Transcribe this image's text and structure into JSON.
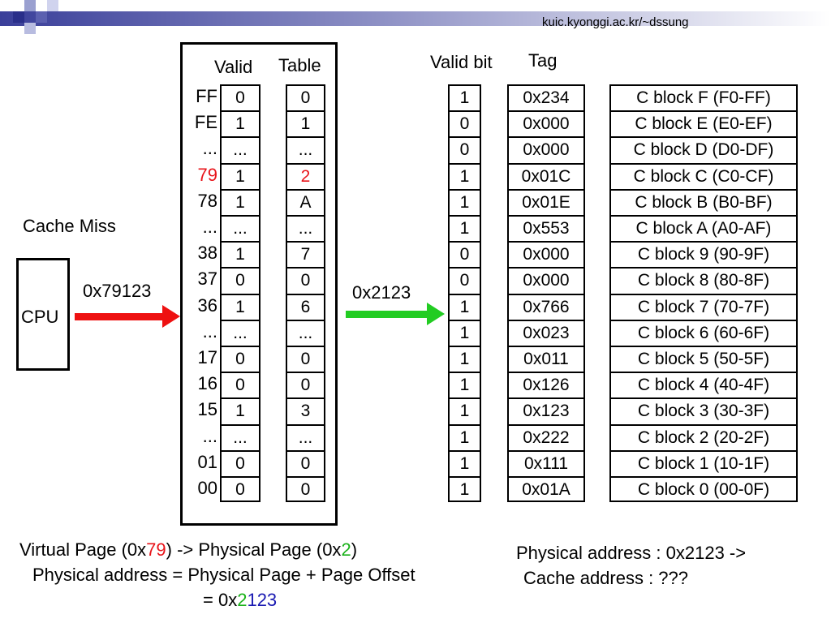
{
  "header": {
    "url": "kuic.kyonggi.ac.kr/~dssung"
  },
  "page_table": {
    "col_valid": "Valid",
    "col_table": "Table",
    "rows": [
      {
        "label": "FF",
        "valid": "0",
        "table": "0"
      },
      {
        "label": "FE",
        "valid": "1",
        "table": "1"
      },
      {
        "label": "...",
        "valid": "...",
        "table": "..."
      },
      {
        "label": "79",
        "valid": "1",
        "table": "2",
        "highlight": true
      },
      {
        "label": "78",
        "valid": "1",
        "table": "A"
      },
      {
        "label": "...",
        "valid": "...",
        "table": "..."
      },
      {
        "label": "38",
        "valid": "1",
        "table": "7"
      },
      {
        "label": "37",
        "valid": "0",
        "table": "0"
      },
      {
        "label": "36",
        "valid": "1",
        "table": "6"
      },
      {
        "label": "...",
        "valid": "...",
        "table": "..."
      },
      {
        "label": "17",
        "valid": "0",
        "table": "0"
      },
      {
        "label": "16",
        "valid": "0",
        "table": "0"
      },
      {
        "label": "15",
        "valid": "1",
        "table": "3"
      },
      {
        "label": "...",
        "valid": "...",
        "table": "..."
      },
      {
        "label": "01",
        "valid": "0",
        "table": "0"
      },
      {
        "label": "00",
        "valid": "0",
        "table": "0"
      }
    ]
  },
  "cache": {
    "col_valid": "Valid bit",
    "col_tag": "Tag",
    "rows": [
      {
        "valid": "1",
        "tag": "0x234",
        "block": "C block F (F0-FF)"
      },
      {
        "valid": "0",
        "tag": "0x000",
        "block": "C block E (E0-EF)"
      },
      {
        "valid": "0",
        "tag": "0x000",
        "block": "C block D (D0-DF)"
      },
      {
        "valid": "1",
        "tag": "0x01C",
        "block": "C block C (C0-CF)"
      },
      {
        "valid": "1",
        "tag": "0x01E",
        "block": "C block B (B0-BF)"
      },
      {
        "valid": "1",
        "tag": "0x553",
        "block": "C block A (A0-AF)"
      },
      {
        "valid": "0",
        "tag": "0x000",
        "block": "C block 9 (90-9F)"
      },
      {
        "valid": "0",
        "tag": "0x000",
        "block": "C block 8 (80-8F)"
      },
      {
        "valid": "1",
        "tag": "0x766",
        "block": "C block 7 (70-7F)"
      },
      {
        "valid": "1",
        "tag": "0x023",
        "block": "C block 6 (60-6F)"
      },
      {
        "valid": "1",
        "tag": "0x011",
        "block": "C block 5 (50-5F)"
      },
      {
        "valid": "1",
        "tag": "0x126",
        "block": "C block 4 (40-4F)"
      },
      {
        "valid": "1",
        "tag": "0x123",
        "block": "C block 3 (30-3F)"
      },
      {
        "valid": "1",
        "tag": "0x222",
        "block": "C block 2 (20-2F)"
      },
      {
        "valid": "1",
        "tag": "0x111",
        "block": "C block 1 (10-1F)"
      },
      {
        "valid": "1",
        "tag": "0x01A",
        "block": "C block 0 (00-0F)"
      }
    ]
  },
  "cpu": {
    "label": "CPU",
    "cache_miss": "Cache Miss",
    "virtual_addr": "0x79123"
  },
  "physical_addr_arrow": "0x2123",
  "bottom_left": {
    "line1_a": "Virtual Page (0x",
    "line1_b": "79",
    "line1_c": ") -> Physical Page (0x",
    "line1_d": "2",
    "line1_e": ")",
    "line2": "Physical address = Physical Page + Page Offset",
    "line3_a": "= 0x",
    "line3_b": "2",
    "line3_c": "123"
  },
  "bottom_right": {
    "line1": "Physical address : 0x2123 ->",
    "line2": "Cache address : ???"
  },
  "colors": {
    "red_arrow": "#ee1111",
    "green_arrow": "#22cc22",
    "highlight": "#e8141a"
  }
}
